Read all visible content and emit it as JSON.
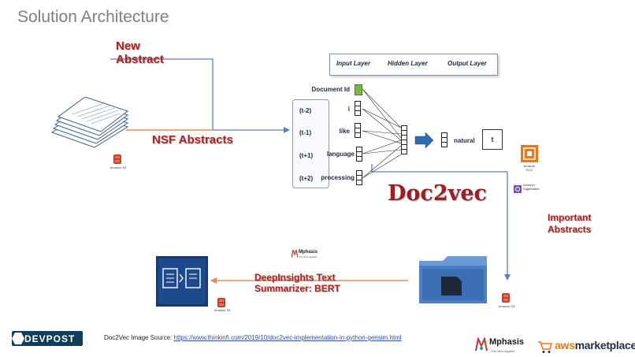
{
  "slide": {
    "title": "Solution Architecture",
    "new_abstract": "New\nAbstract",
    "nsf_abstracts": "NSF Abstracts",
    "important_abstracts": "Important\nAbstracts",
    "deepinsights": "DeepInsights Text\nSummarizer: BERT",
    "doc2vec_title": "Doc2vec",
    "source_prefix": "Doc2Vec Image Source: ",
    "source_url": "https://www.thinkinfi.com/2019/10/doc2vec-implementation-in-python-gensim.html"
  },
  "network": {
    "layers": [
      "Input Layer",
      "Hidden Layer",
      "Output Layer"
    ],
    "document_id": "Document Id",
    "context": [
      "(t-2)",
      "(t-1)",
      "(t+1)",
      "(t+2)"
    ],
    "words": [
      "i",
      "like",
      "language",
      "processing"
    ],
    "output_word": "natural",
    "output_token": "t"
  },
  "services": {
    "s3_left": "Amazon S3",
    "s3_middle": "Amazon S3",
    "s3_right": "Amazon S3",
    "ec2": "Amazon\nEC2",
    "sagemaker": "Amazon\nSageMaker"
  },
  "logos": {
    "devpost": "DEVPOST",
    "mphasis": "Mphasis",
    "mphasis_tagline": "The Next Applied",
    "aws_marketplace_prefix": "aws",
    "aws_marketplace_suffix": "marketplace"
  },
  "colors": {
    "arrow_blue": "#5b7fc0",
    "arrow_orange": "#e58a5a",
    "title_red": "#b41e1e",
    "doc2vec_red": "#9c1e23",
    "s3_red": "#c8402a"
  }
}
